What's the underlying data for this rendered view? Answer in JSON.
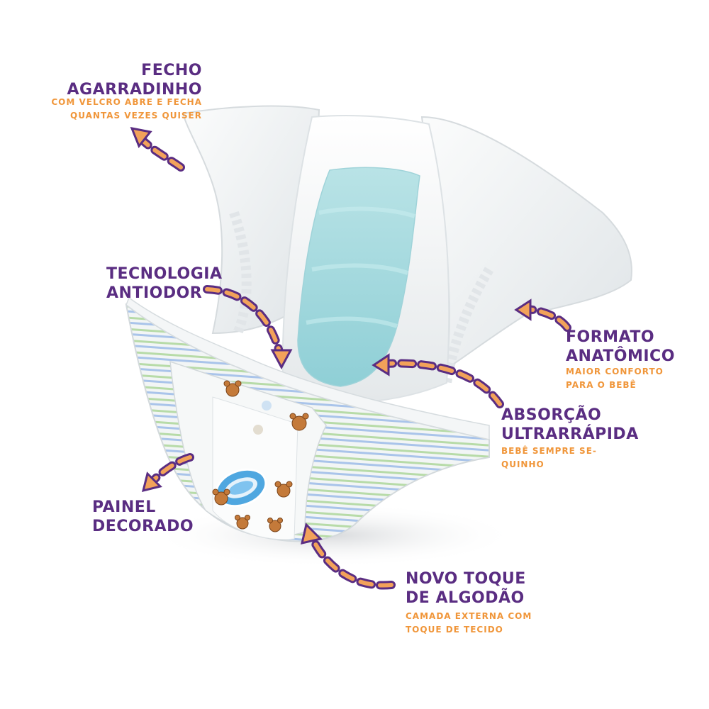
{
  "colors": {
    "title": "#5a2d82",
    "subtitle": "#f0963a",
    "arrow_fill": "#f2a25a",
    "arrow_outline": "#5a2d82",
    "diaper_white": "#f3f5f6",
    "core_blue": "#a9dbe0",
    "stripe_green": "#b7dba8",
    "stripe_blue": "#a9c4ea"
  },
  "labels": {
    "fecho": {
      "title": [
        "FECHO",
        "AGARRADINHO"
      ],
      "subtitle": [
        "COM VELCRO ABRE E FECHA",
        "QUANTAS VEZES QUISER"
      ]
    },
    "tecnologia": {
      "title": [
        "TECNOLOGIA",
        "ANTIODOR"
      ]
    },
    "formato": {
      "title": [
        "FORMATO",
        "ANATÔMICO"
      ],
      "subtitle": [
        "MAIOR CONFORTO",
        "PARA O BEBÊ"
      ]
    },
    "absorcao": {
      "title": [
        "ABSORÇÃO",
        "ULTRARRÁPIDA"
      ],
      "subtitle": [
        "BEBÊ SEMPRE SE-",
        "QUINHO"
      ]
    },
    "painel": {
      "title": [
        "PAINEL",
        "DECORADO"
      ]
    },
    "novo": {
      "title": [
        "NOVO TOQUE",
        "DE ALGODÃO"
      ],
      "subtitle": [
        "CAMADA EXTERNA COM",
        "TOQUE DE TECIDO"
      ]
    }
  },
  "icons": [
    "dashed-arrow-icon",
    "bear-print-icon",
    "scooby-doo-logo"
  ]
}
